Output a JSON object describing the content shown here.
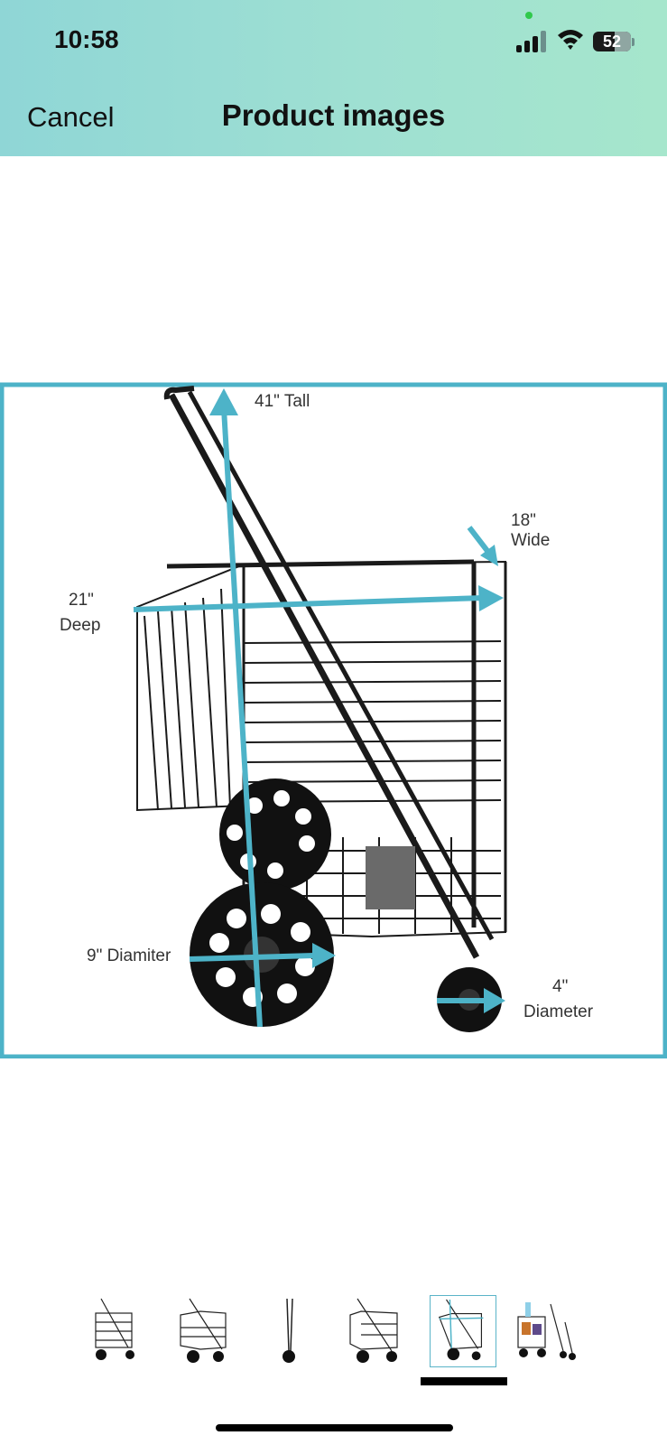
{
  "status_bar": {
    "time": "10:58",
    "battery": "52",
    "signal_bars_active": 3,
    "signal_bars_total": 4
  },
  "nav": {
    "cancel_label": "Cancel",
    "title": "Product images"
  },
  "product_image": {
    "frame_color": "#4db3c8",
    "dimensions": {
      "tall": "41\" Tall",
      "wide_line1": "18\"",
      "wide_line2": "Wide",
      "deep_line1": "21\"",
      "deep_line2": "Deep",
      "big_wheel": "9\" Diamiter",
      "small_wheel_line1": "4\"",
      "small_wheel_line2": "Diameter"
    }
  },
  "thumbnails": {
    "count": 6,
    "selected_index": 4,
    "items": [
      {
        "icon": "cart-front-icon"
      },
      {
        "icon": "cart-angle-icon"
      },
      {
        "icon": "cart-folded-icon"
      },
      {
        "icon": "cart-side-icon"
      },
      {
        "icon": "cart-dimensions-icon"
      },
      {
        "icon": "cart-loaded-icon"
      }
    ]
  }
}
